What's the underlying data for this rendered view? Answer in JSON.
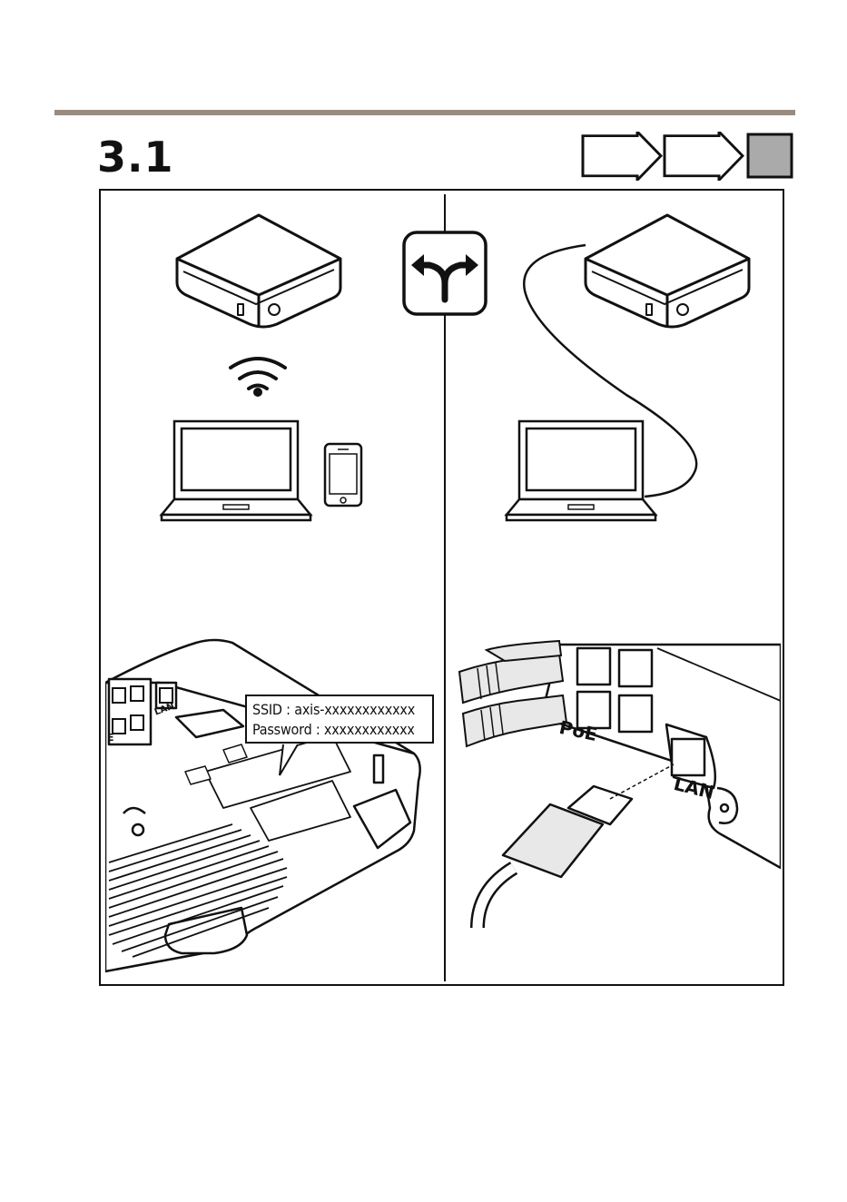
{
  "page": {
    "step_number": "3.1",
    "accent_color": "#9a8b7e",
    "progress": {
      "total_steps": 3,
      "current_step": 3,
      "active_color": "#aaaaaa"
    }
  },
  "left_panel": {
    "connection": "wifi",
    "icons": [
      "recorder-device",
      "wifi-icon",
      "laptop-icon",
      "smartphone-icon"
    ],
    "label": {
      "ssid_line": "SSID : axis-xxxxxxxxxxxx",
      "password_line": "Password : xxxxxxxxxxxx"
    }
  },
  "center": {
    "icon": "split-arrow-icon"
  },
  "right_panel": {
    "connection": "ethernet-cable",
    "ports": {
      "poe_label": "PoE",
      "lan_label": "LAN"
    }
  },
  "left_bottom_ports": {
    "poe_fragment": "E",
    "lan_label": "LAN"
  }
}
